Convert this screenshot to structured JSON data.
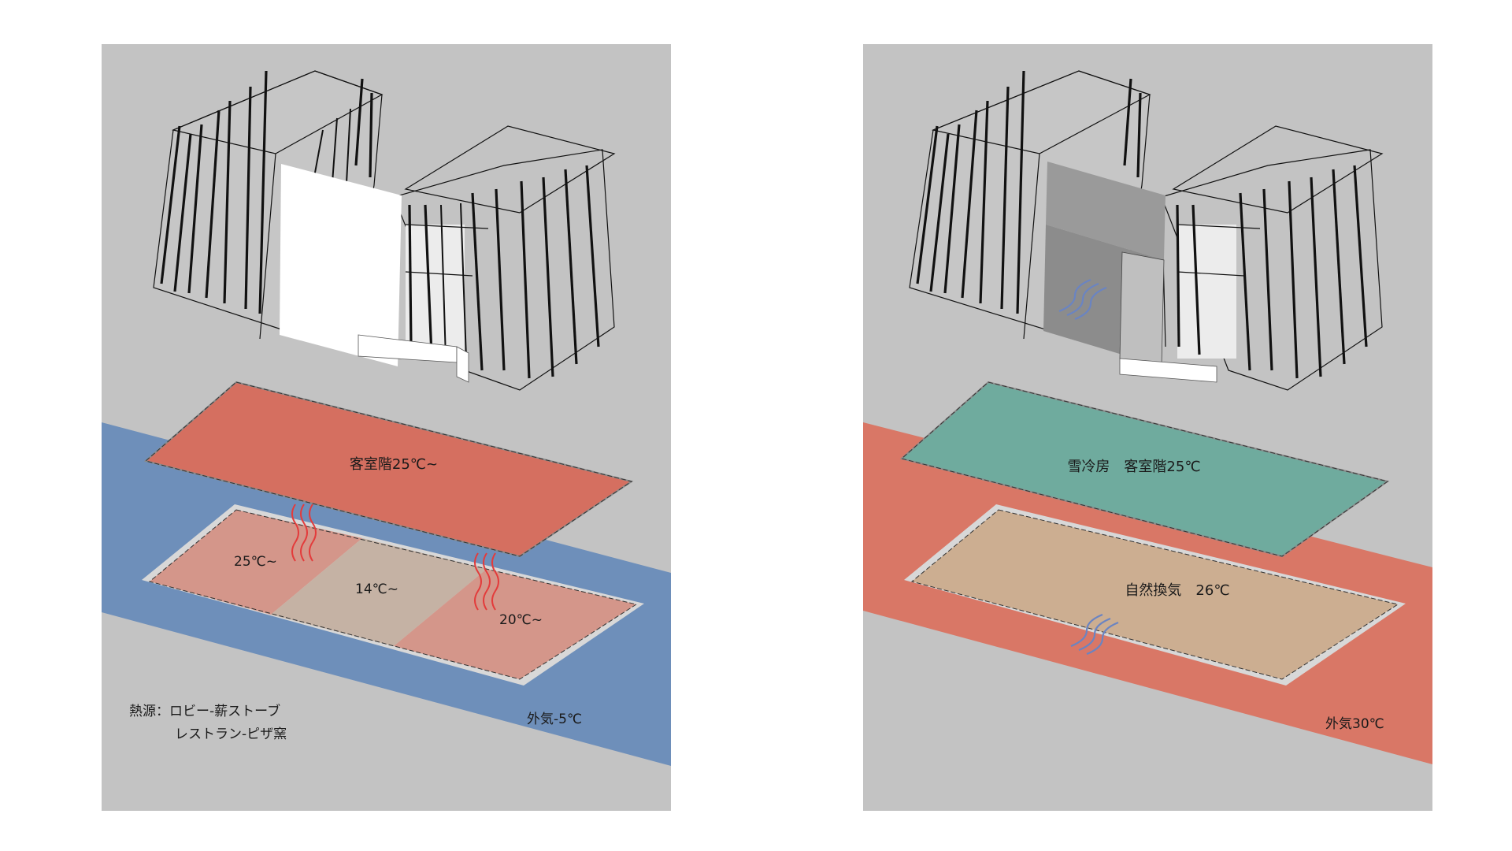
{
  "colors": {
    "panel_bg": "#c3c3c3",
    "winter_outside": "#6e8fba",
    "summer_outside": "#d97766",
    "guest_floor_heated": "#d56f60",
    "guest_floor_cooled": "#6fab9e",
    "warm_zone": "#d4968a",
    "cool_zone": "#c5b2a4",
    "ventilated_floor": "#ccae91",
    "heat_wave": "#e33b3b",
    "cool_wave": "#6a84c2"
  },
  "winter": {
    "guest_floor_label": "客室階25℃~",
    "zone_left_label": "25℃~",
    "zone_mid_label": "14℃~",
    "zone_right_label": "20℃~",
    "heat_source_line1": "熱源：ロビー-薪ストーブ",
    "heat_source_line2": "レストラン-ピザ窯",
    "outside_label": "外気-5℃"
  },
  "summer": {
    "guest_floor_label": "雪冷房　客室階25℃",
    "ground_floor_label": "自然換気　26℃",
    "outside_label": "外気30℃"
  }
}
